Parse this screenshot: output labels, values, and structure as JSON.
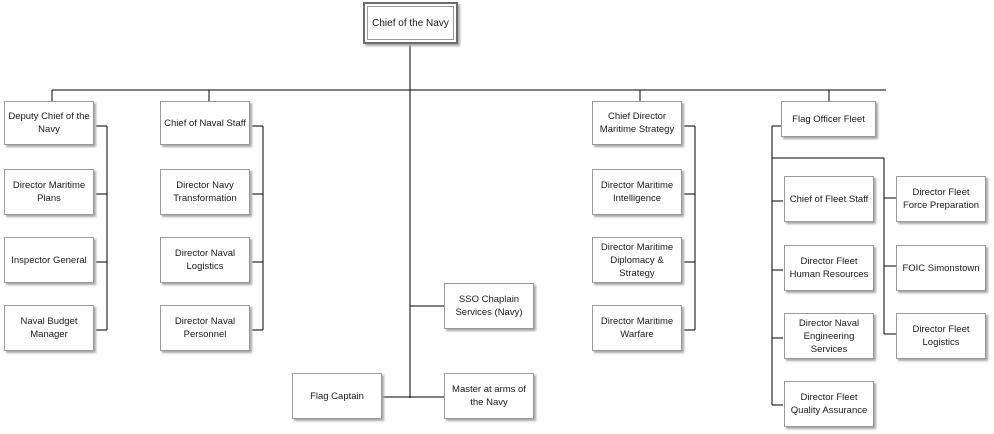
{
  "org_chart": {
    "root": "Chief of the Navy",
    "columns": [
      {
        "head": "Deputy Chief of the Navy",
        "children": [
          "Director Maritime Plans",
          "Inspector General",
          "Naval Budget Manager"
        ]
      },
      {
        "head": "Chief of Naval Staff",
        "children": [
          "Director Navy Transformation",
          "Director Naval Logistics",
          "Director Naval Personnel"
        ]
      },
      {
        "head": "Chief Director Maritime Strategy",
        "children": [
          "Director Maritime Intelligence",
          "Director Maritime Diplomacy & Strategy",
          "Director Maritime Warfare"
        ]
      },
      {
        "head": "Flag Officer Fleet",
        "children_left": [
          "Chief of Fleet Staff",
          "Director Fleet Human Resources",
          "Director Naval Engineering Services",
          "Director Fleet Quality Assurance"
        ],
        "children_right": [
          "Director Fleet Force Preparation",
          "FOIC Simonstown",
          "Director Fleet Logistics"
        ]
      }
    ],
    "direct_reports": [
      "SSO Chaplain Services (Navy)",
      "Master at arms of the Navy"
    ],
    "flag_captain": "Flag Captain"
  }
}
